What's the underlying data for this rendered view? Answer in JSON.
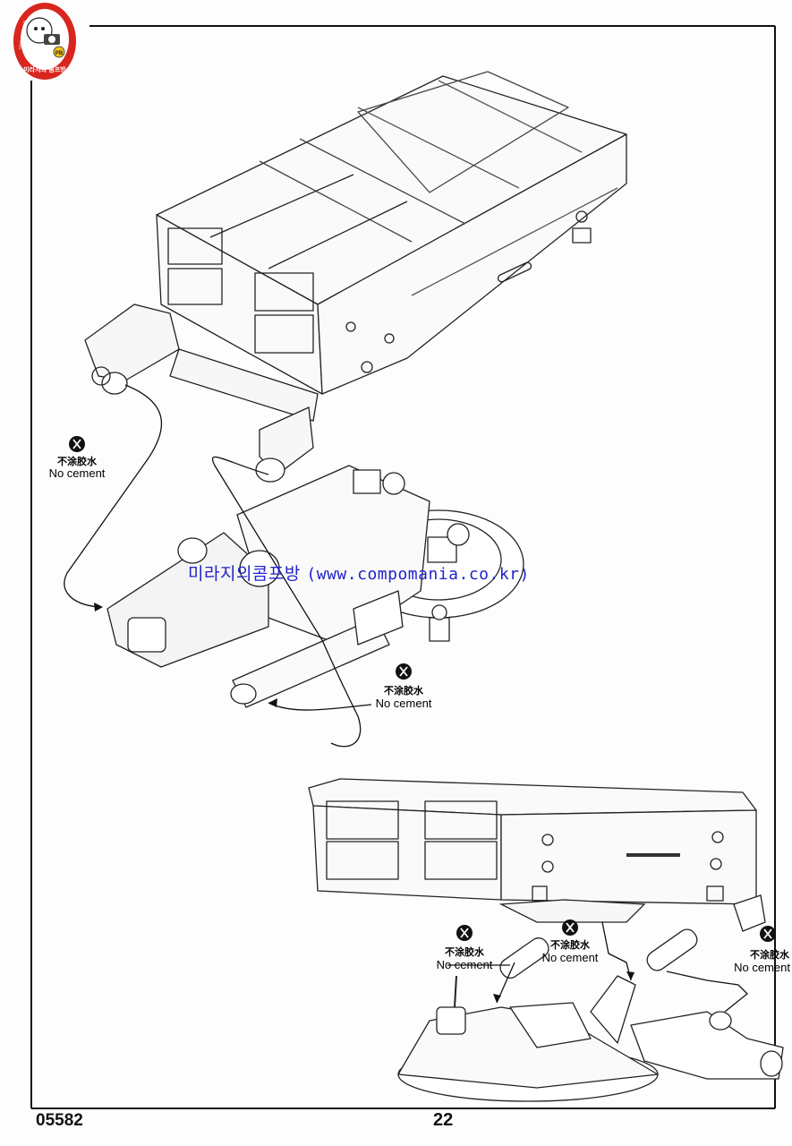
{
  "logo": {
    "name": "mini-figure-seal",
    "text": "미라지의 콤프방",
    "ring_text": "compomania.co.kr",
    "badge": "PB",
    "colors": {
      "ring": "#d8261f",
      "face": "#ffffff"
    }
  },
  "watermark": {
    "korean": "미라지의콤프방",
    "url": "(www.compomania.co.kr)",
    "color": "#2222cc"
  },
  "callouts": [
    {
      "cn": "不涂胶水",
      "en": "No cement"
    },
    {
      "cn": "不涂胶水",
      "en": "No cement"
    },
    {
      "cn": "不涂胶水",
      "en": "No cement"
    },
    {
      "cn": "不涂胶水",
      "en": "No cement"
    },
    {
      "cn": "不涂胶水",
      "en": "No cement"
    }
  ],
  "footer": {
    "doc_code": "05582",
    "page_number": "22"
  },
  "icons": {
    "no_cement": "no-glue-icon"
  }
}
